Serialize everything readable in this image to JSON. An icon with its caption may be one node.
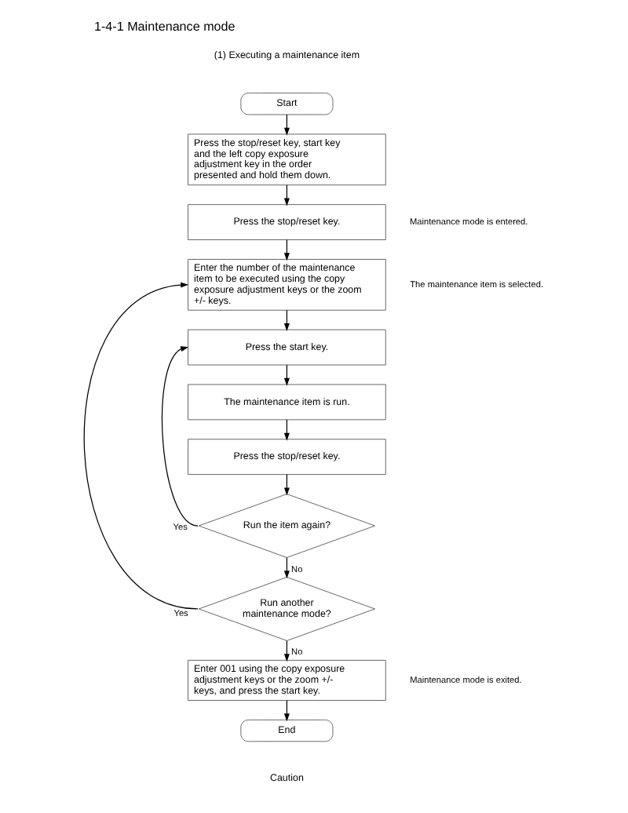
{
  "diagram": {
    "title": "1-4-1 Maintenance mode",
    "nodes": [
      {
        "text": [
          "Start"
        ]
      },
      {
        "text": [
          "Press the stop/reset key, start key and the left copy exposure adjustment key in the order presented and hold them down."
        ]
      },
      {
        "text": [
          "Press the stop/reset key."
        ],
        "beside": [
          "Maintenance mode is entered."
        ]
      },
      {
        "text": [
          "Enter the number of the maintenance item to be executed using the copy exposure adjustment keys or the zoom +/- keys."
        ],
        "beside": [
          "The maintenance item is selected."
        ]
      },
      {
        "text": [
          "Press the start key."
        ]
      },
      {
        "text": [
          "The maintenance item is run."
        ]
      },
      {
        "text": [
          "Press the stop/reset key."
        ]
      },
      {
        "text": [
          "Run the item again?"
        ]
      },
      {
        "text": [
          "Run another maintenance mode?"
        ]
      },
      {
        "text": [
          "Enter 001 using the copy exposure adjustment keys or the zoom +/- keys, and press the start key."
        ],
        "beside": [
          "Maintenance mode is exited."
        ]
      },
      {
        "text": [
          "End"
        ]
      }
    ],
    "edges": [
      {
        "from": 0,
        "to": 1,
        "arrow": "to"
      },
      {
        "from": 1,
        "to": 2,
        "arrow": "to"
      },
      {
        "from": 2,
        "to": 3,
        "arrow": "to"
      },
      {
        "from": 3,
        "to": 4,
        "arrow": "to"
      },
      {
        "from": 4,
        "to": 5,
        "arrow": "to"
      },
      {
        "from": 5,
        "to": 6,
        "arrow": "to"
      },
      {
        "from": 6,
        "to": 7,
        "arrow": "to"
      },
      {
        "from": 7,
        "to": 8,
        "arrow": "to",
        "label": "No"
      },
      {
        "from": 7,
        "to": 4,
        "arrow": "to",
        "label": "Yes"
      },
      {
        "from": 8,
        "to": 9,
        "arrow": "to",
        "label": "No"
      },
      {
        "from": 8,
        "to": 3,
        "arrow": "to",
        "label": "Yes"
      },
      {
        "from": 9,
        "to": 10,
        "arrow": "to"
      }
    ],
    "labels": [
      "(1) Executing a maintenance item",
      "Caution"
    ]
  }
}
